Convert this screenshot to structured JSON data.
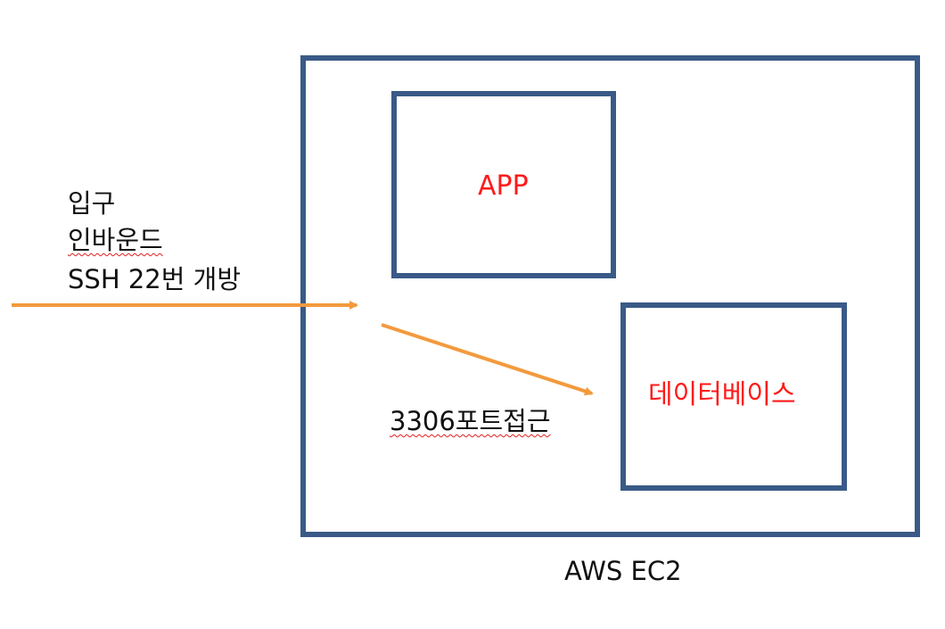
{
  "diagram": {
    "ec2_label": "AWS EC2",
    "app_label": "APP",
    "db_label": "데이터베이스",
    "port_label": "3306포트접근",
    "inbound": {
      "line1": "입구",
      "line2": "인바운드",
      "line3": "SSH 22번 개방"
    }
  },
  "colors": {
    "box_border": "#3a5a87",
    "arrow": "#f39a3e",
    "label_red": "#ff1a1a",
    "label_black": "#111111"
  }
}
